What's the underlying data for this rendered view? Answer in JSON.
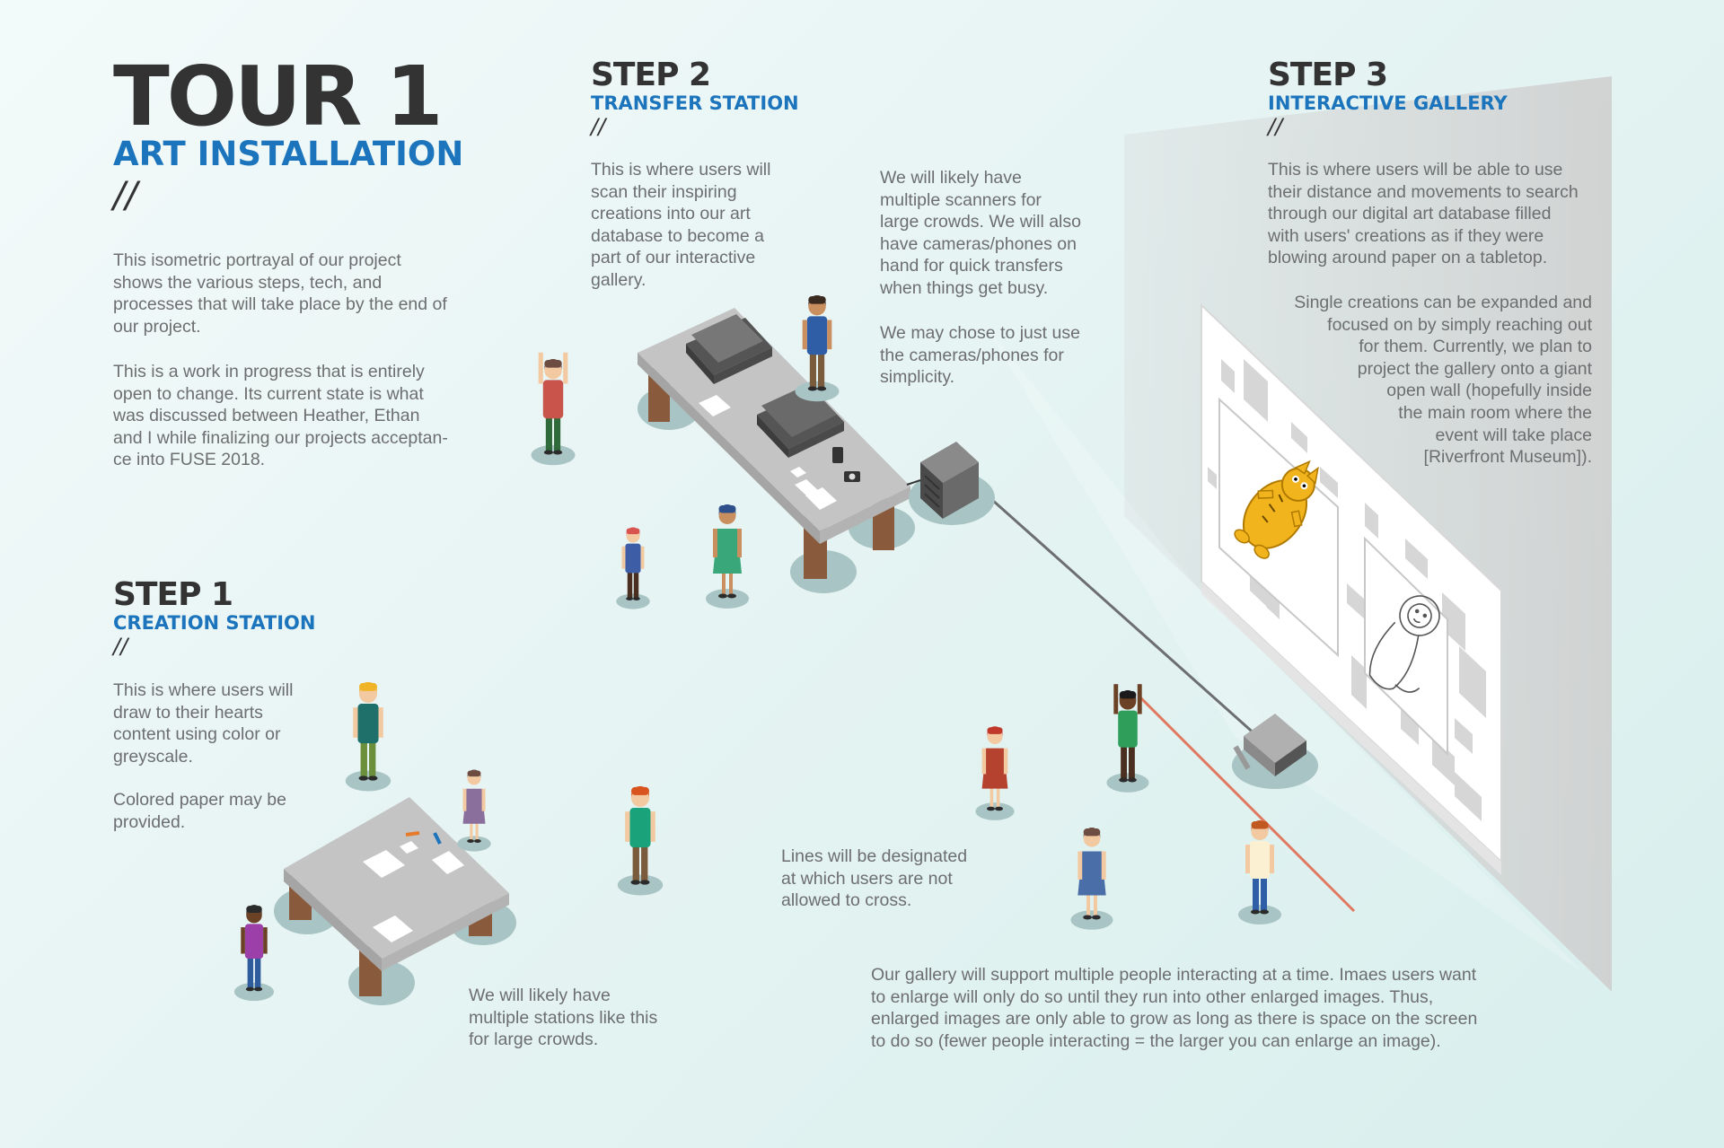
{
  "header": {
    "title": "TOUR 1",
    "subtitle": "ART INSTALLATION",
    "divider": "//",
    "intro_1": "This isometric portrayal of our project\nshows the various steps, tech, and\nprocesses that will take place by the end of\nour project.",
    "intro_2": "This is a work in progress that is entirely\nopen to change. Its current state is what\nwas discussed between Heather, Ethan\nand I while finalizing our projects acceptan-\nce into FUSE 2018."
  },
  "step1": {
    "title": "STEP 1",
    "subtitle": "CREATION STATION",
    "divider": "//",
    "desc_1": "This is where users will\ndraw to their hearts\ncontent using color or\ngreyscale.",
    "desc_2": "Colored paper may be\nprovided.",
    "note": "We will likely have\nmultiple stations like this\nfor large crowds."
  },
  "step2": {
    "title": "STEP 2",
    "subtitle": "TRANSFER STATION",
    "divider": "//",
    "desc": "This is where users will\nscan their inspiring\ncreations into our art\ndatabase to become a\npart of our interactive\ngallery.",
    "note_1": "We will likely have\nmultiple scanners for\nlarge crowds. We will also\nhave cameras/phones on\nhand for quick transfers\nwhen things get busy.",
    "note_2": "We may chose to just use\nthe cameras/phones for\nsimplicity."
  },
  "step3": {
    "title": "STEP 3",
    "subtitle": "INTERACTIVE GALLERY",
    "divider": "//",
    "desc_1": "This is where users will be able to use\ntheir distance and movements to search\nthrough our digital art database filled\nwith users' creations as if they were\nblowing around paper on a tabletop.",
    "desc_2": "Single creations can be expanded and\nfocused on by simply reaching out\nfor them. Currently, we plan to\nproject the gallery onto a giant\nopen wall (hopefully inside\nthe main room where the\nevent will take place\n[Riverfront Museum]).",
    "lines_note": "Lines will be designated\nat which users are not\nallowed to cross.",
    "gallery_note": "Our gallery will support multiple people interacting at a time. Imaes users want\nto enlarge will only do so until they run into other enlarged images. Thus,\nenlarged images are only able to grow as long as there is space on the screen\nto do so (fewer people interacting = the larger you can enlarge an image)."
  },
  "colors": {
    "accent_blue": "#1c75bc",
    "title_dark": "#333333",
    "body_gray": "#6d6e70",
    "table_top": "#c9c9c9",
    "table_leg": "#8a5a3c",
    "shadow": "#a9c4c4",
    "boundary_line": "#e0795f"
  },
  "icons": {
    "scanner": "scanner-icon",
    "computer": "computer-tower-icon",
    "projector": "projector-icon",
    "camera": "camera-icon",
    "phone": "phone-icon",
    "gallery_image_1": "cartoon-cat-drawing",
    "gallery_image_2": "lion-sketch-drawing"
  }
}
